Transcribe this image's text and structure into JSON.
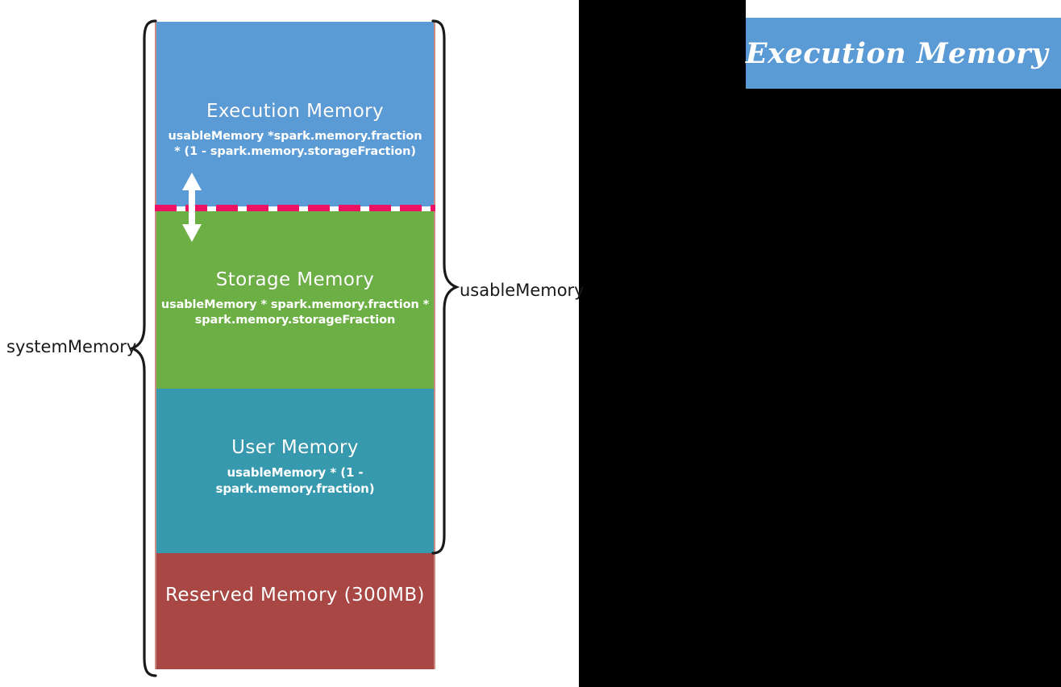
{
  "diagram": {
    "title_badge": {
      "label": "Execution Memory",
      "background_color": "#5B9BD5",
      "text_color": "#FFFFFF"
    },
    "background_color": "#FFFFFF",
    "panel_color": "#000000",
    "blocks": [
      {
        "id": "execution-memory",
        "title": "Execution Memory",
        "formula": "usableMemory *spark.memory.fraction\n* (1 - spark.memory.storageFraction)",
        "color": "#5B9BD5"
      },
      {
        "id": "storage-memory",
        "title": "Storage Memory",
        "formula": "usableMemory * spark.memory.fraction *\nspark.memory.storageFraction",
        "color": "#6CAF44"
      },
      {
        "id": "user-memory",
        "title": "User Memory",
        "formula": "usableMemory * (1 - spark.memory.fraction)",
        "color": "#3699AE"
      },
      {
        "id": "reserved-memory",
        "title": "Reserved Memory\n(300MB)",
        "formula": "",
        "color": "#A94744"
      }
    ],
    "braces": [
      {
        "id": "system-memory",
        "label": "systemMemory",
        "side": "left"
      },
      {
        "id": "usable-memory",
        "label": "usableMemory",
        "side": "right"
      }
    ],
    "divider": {
      "id": "execution-storage-boundary",
      "style": "dashed",
      "color": "#ED1164"
    },
    "arrow": {
      "id": "flexible-boundary-arrow",
      "style": "double-headed",
      "color": "#FFFFFF"
    }
  }
}
